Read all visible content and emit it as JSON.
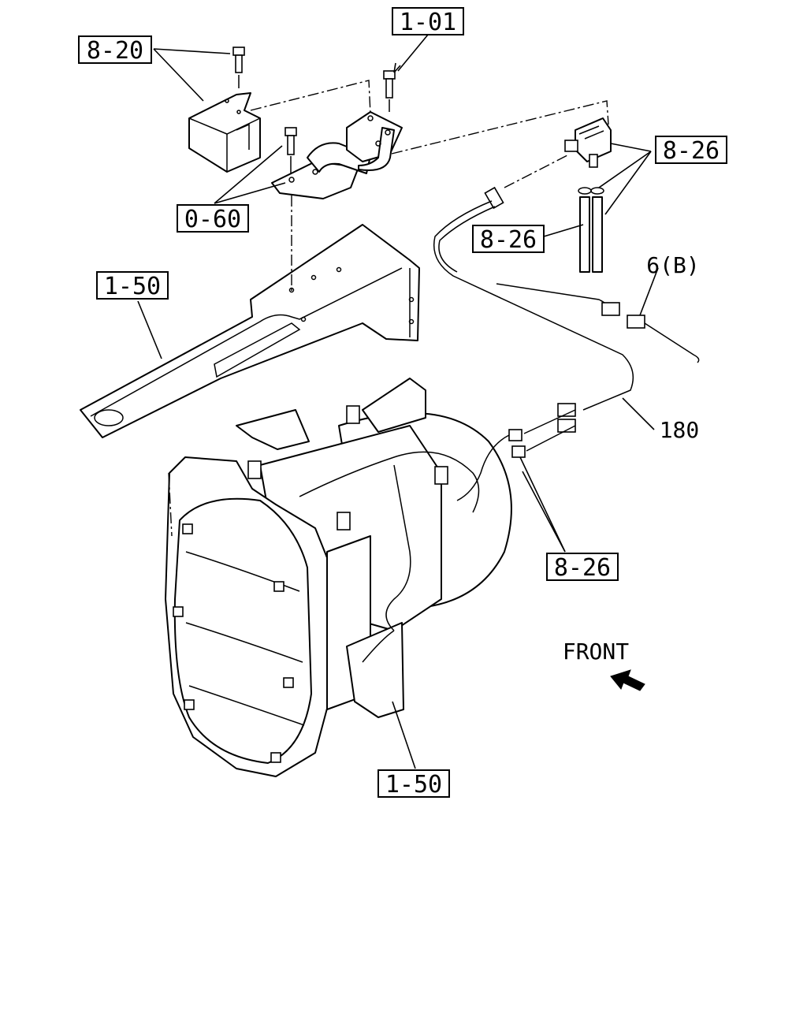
{
  "callouts": {
    "c1": "1-01",
    "c2": "8-20",
    "c3": "8-26",
    "c4": "0-60",
    "c5": "8-26",
    "c6": "1-50",
    "c7": "6(B)",
    "c8": "180",
    "c9": "8-26",
    "c10": "1-50"
  },
  "front_label": "FRONT"
}
